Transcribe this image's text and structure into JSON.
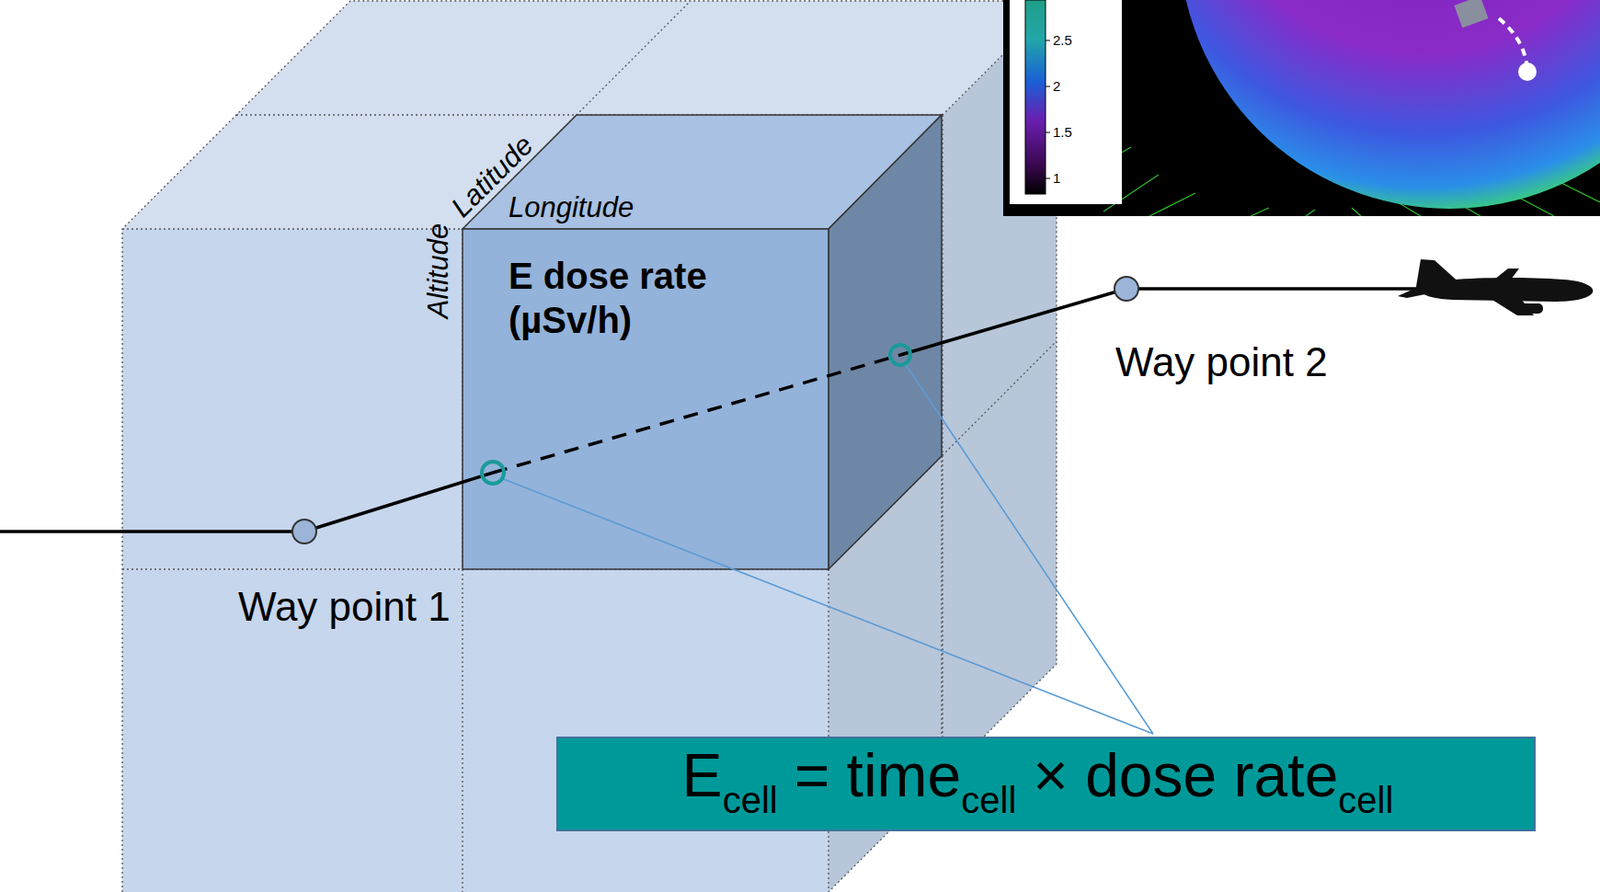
{
  "diagram": {
    "nodes": [
      {
        "text": [
          "E dose rate (µSv/h)"
        ]
      },
      {
        "text": [
          "E",
          "cell",
          "= time",
          "cell",
          "× dose rate",
          "cell"
        ]
      }
    ],
    "labels": [
      "Altitude",
      "Latitude",
      "Longitude",
      "Way point 1",
      "Way point 2",
      "2.5",
      "2",
      "1.5",
      "1"
    ]
  }
}
